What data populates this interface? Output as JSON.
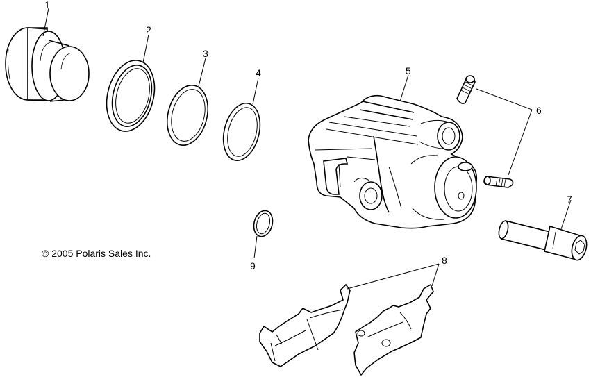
{
  "copyright": "© 2005 Polaris Sales Inc.",
  "labels": {
    "p1": "1",
    "p2": "2",
    "p3": "3",
    "p4": "4",
    "p5": "5",
    "p6": "6",
    "p7": "7",
    "p8": "8",
    "p9": "9"
  }
}
